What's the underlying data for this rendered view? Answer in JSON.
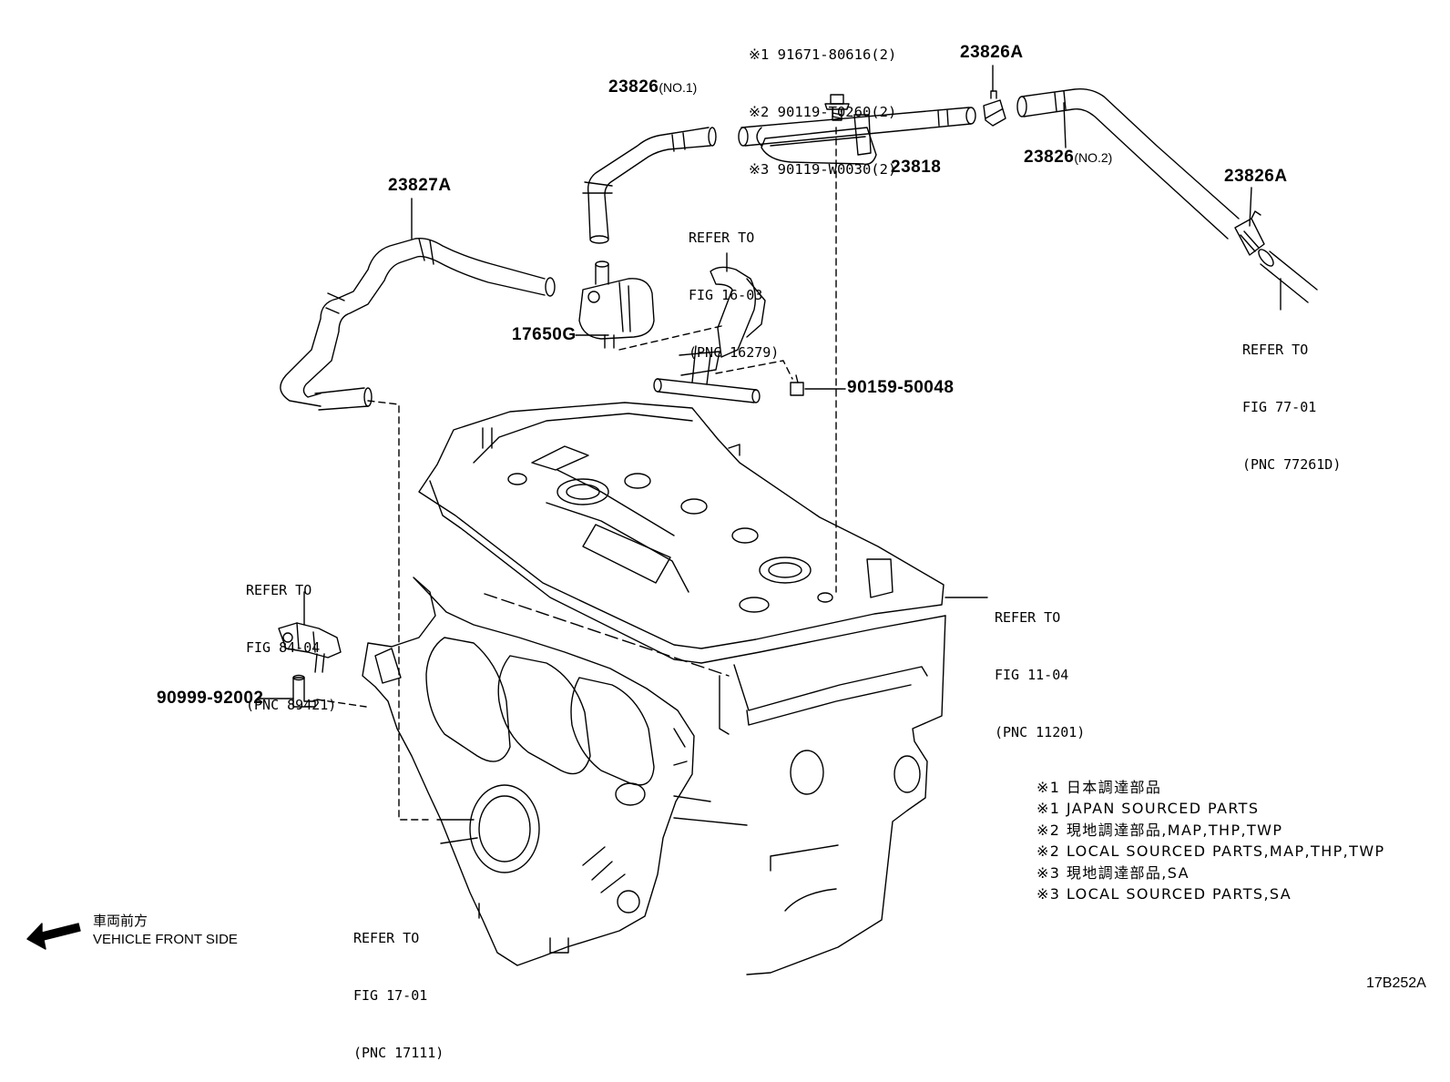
{
  "title_notes": {
    "n1": "※1 91671-80616(2)",
    "n2": "※2 90119-T0260(2)",
    "n3": "※3 90119-W0030(2)"
  },
  "parts": {
    "p23826_no1": {
      "num": "23826",
      "suffix": "(NO.1)"
    },
    "p23826a_top": {
      "num": "23826A"
    },
    "p23818": {
      "num": "23818"
    },
    "p23826_no2": {
      "num": "23826",
      "suffix": "(NO.2)"
    },
    "p23826a_right": {
      "num": "23826A"
    },
    "p23827a": {
      "num": "23827A"
    },
    "p17650g": {
      "num": "17650G"
    },
    "p90159": {
      "num": "90159-50048"
    },
    "p90999": {
      "num": "90999-92002"
    }
  },
  "refs": {
    "r16": {
      "line1": "REFER TO",
      "line2": "FIG 16-03",
      "line3": "(PNC 16279)"
    },
    "r77": {
      "line1": "REFER TO",
      "line2": "FIG 77-01",
      "line3": "(PNC 77261D)"
    },
    "r11": {
      "line1": "REFER TO",
      "line2": "FIG 11-04",
      "line3": "(PNC 11201)"
    },
    "r84": {
      "line1": "REFER TO",
      "line2": "FIG 84-04",
      "line3": "(PNC 89421)"
    },
    "r17": {
      "line1": "REFER TO",
      "line2": "FIG 17-01",
      "line3": "(PNC 17111)"
    }
  },
  "legend": [
    "※1 日本調達部品",
    "※1 JAPAN SOURCED PARTS",
    "※2 現地調達部品,MAP,THP,TWP",
    "※2 LOCAL SOURCED PARTS,MAP,THP,TWP",
    "※3 現地調達部品,SA",
    "※3 LOCAL SOURCED PARTS,SA"
  ],
  "front": {
    "jp": "車両前方",
    "en": "VEHICLE FRONT SIDE"
  },
  "figure_id": "17B252A",
  "icons": {
    "arrow": "front-arrow-icon"
  }
}
